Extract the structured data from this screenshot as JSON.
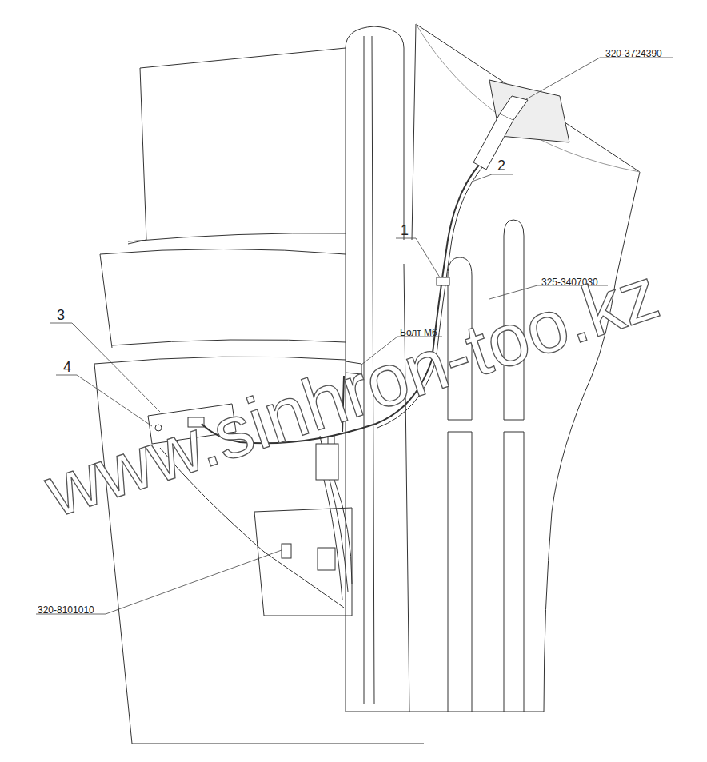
{
  "diagram": {
    "labels": [
      "320-3724390",
      "2",
      "1",
      "325-3407030",
      "Болт М6",
      "3",
      "4",
      "320-8101010",
      "www.sinhron-too.kz"
    ]
  }
}
